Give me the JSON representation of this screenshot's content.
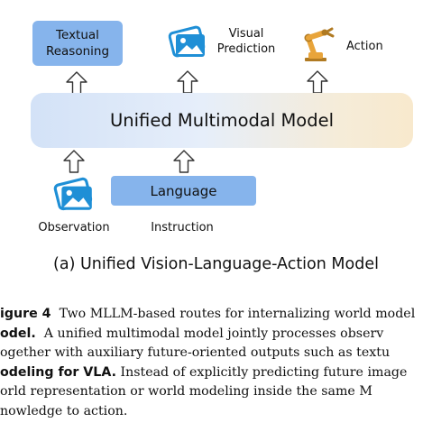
{
  "diagram": {
    "outputs": {
      "textual_reasoning": "Textual\nReasoning",
      "visual_prediction": "Visual\nPrediction",
      "action": "Action"
    },
    "model_label": "Unified Multimodal Model",
    "inputs": {
      "language": "Language",
      "observation": "Observation",
      "instruction": "Instruction"
    },
    "subcaption": "(a) Unified Vision-Language-Action Model",
    "colors": {
      "box_blue": "#86b4ec",
      "icon_blue": "#1f8fd6",
      "robot_orange": "#e8a43a"
    },
    "icons": [
      "image-icon",
      "robot-arm-icon",
      "up-arrow-icon"
    ]
  },
  "caption": {
    "line1": {
      "bold": "igure 4",
      "text": "  Two MLLM-based routes for internalizing world model"
    },
    "line2": {
      "bold": "odel.",
      "text": "  A unified multimodal model jointly processes observ"
    },
    "line3": {
      "text": "ogether with auxiliary future-oriented outputs such as textu"
    },
    "line4": {
      "bold": "odeling for VLA.",
      "text": " Instead of explicitly predicting future image"
    },
    "line5": {
      "text": "orld representation or world modeling inside the same M"
    },
    "line6": {
      "text": "nowledge to action."
    }
  }
}
